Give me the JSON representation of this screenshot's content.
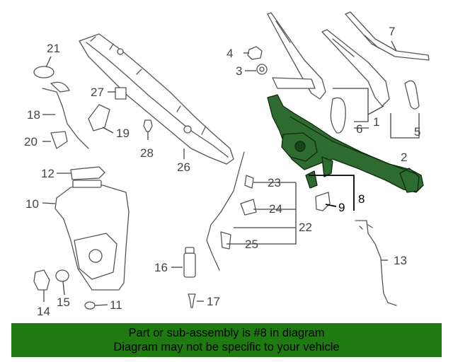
{
  "diagram": {
    "highlight_color": "#2e6b2e",
    "highlighted_part": "8",
    "callouts": {
      "c1": "1",
      "c2": "2",
      "c3": "3",
      "c4": "4",
      "c5": "5",
      "c6": "6",
      "c7": "7",
      "c8": "8",
      "c9": "9",
      "c10": "10",
      "c11": "11",
      "c12": "12",
      "c13": "13",
      "c14": "14",
      "c15": "15",
      "c16": "16",
      "c17": "17",
      "c18": "18",
      "c19": "19",
      "c20": "20",
      "c21": "21",
      "c22": "22",
      "c23": "23",
      "c24": "24",
      "c25": "25",
      "c26": "26",
      "c27": "27",
      "c28": "28"
    }
  },
  "banner": {
    "line1": "Part or sub-assembly is #8 in diagram",
    "line2": "Diagram may not be specific to your vehicle",
    "color": "#1f7a12"
  }
}
